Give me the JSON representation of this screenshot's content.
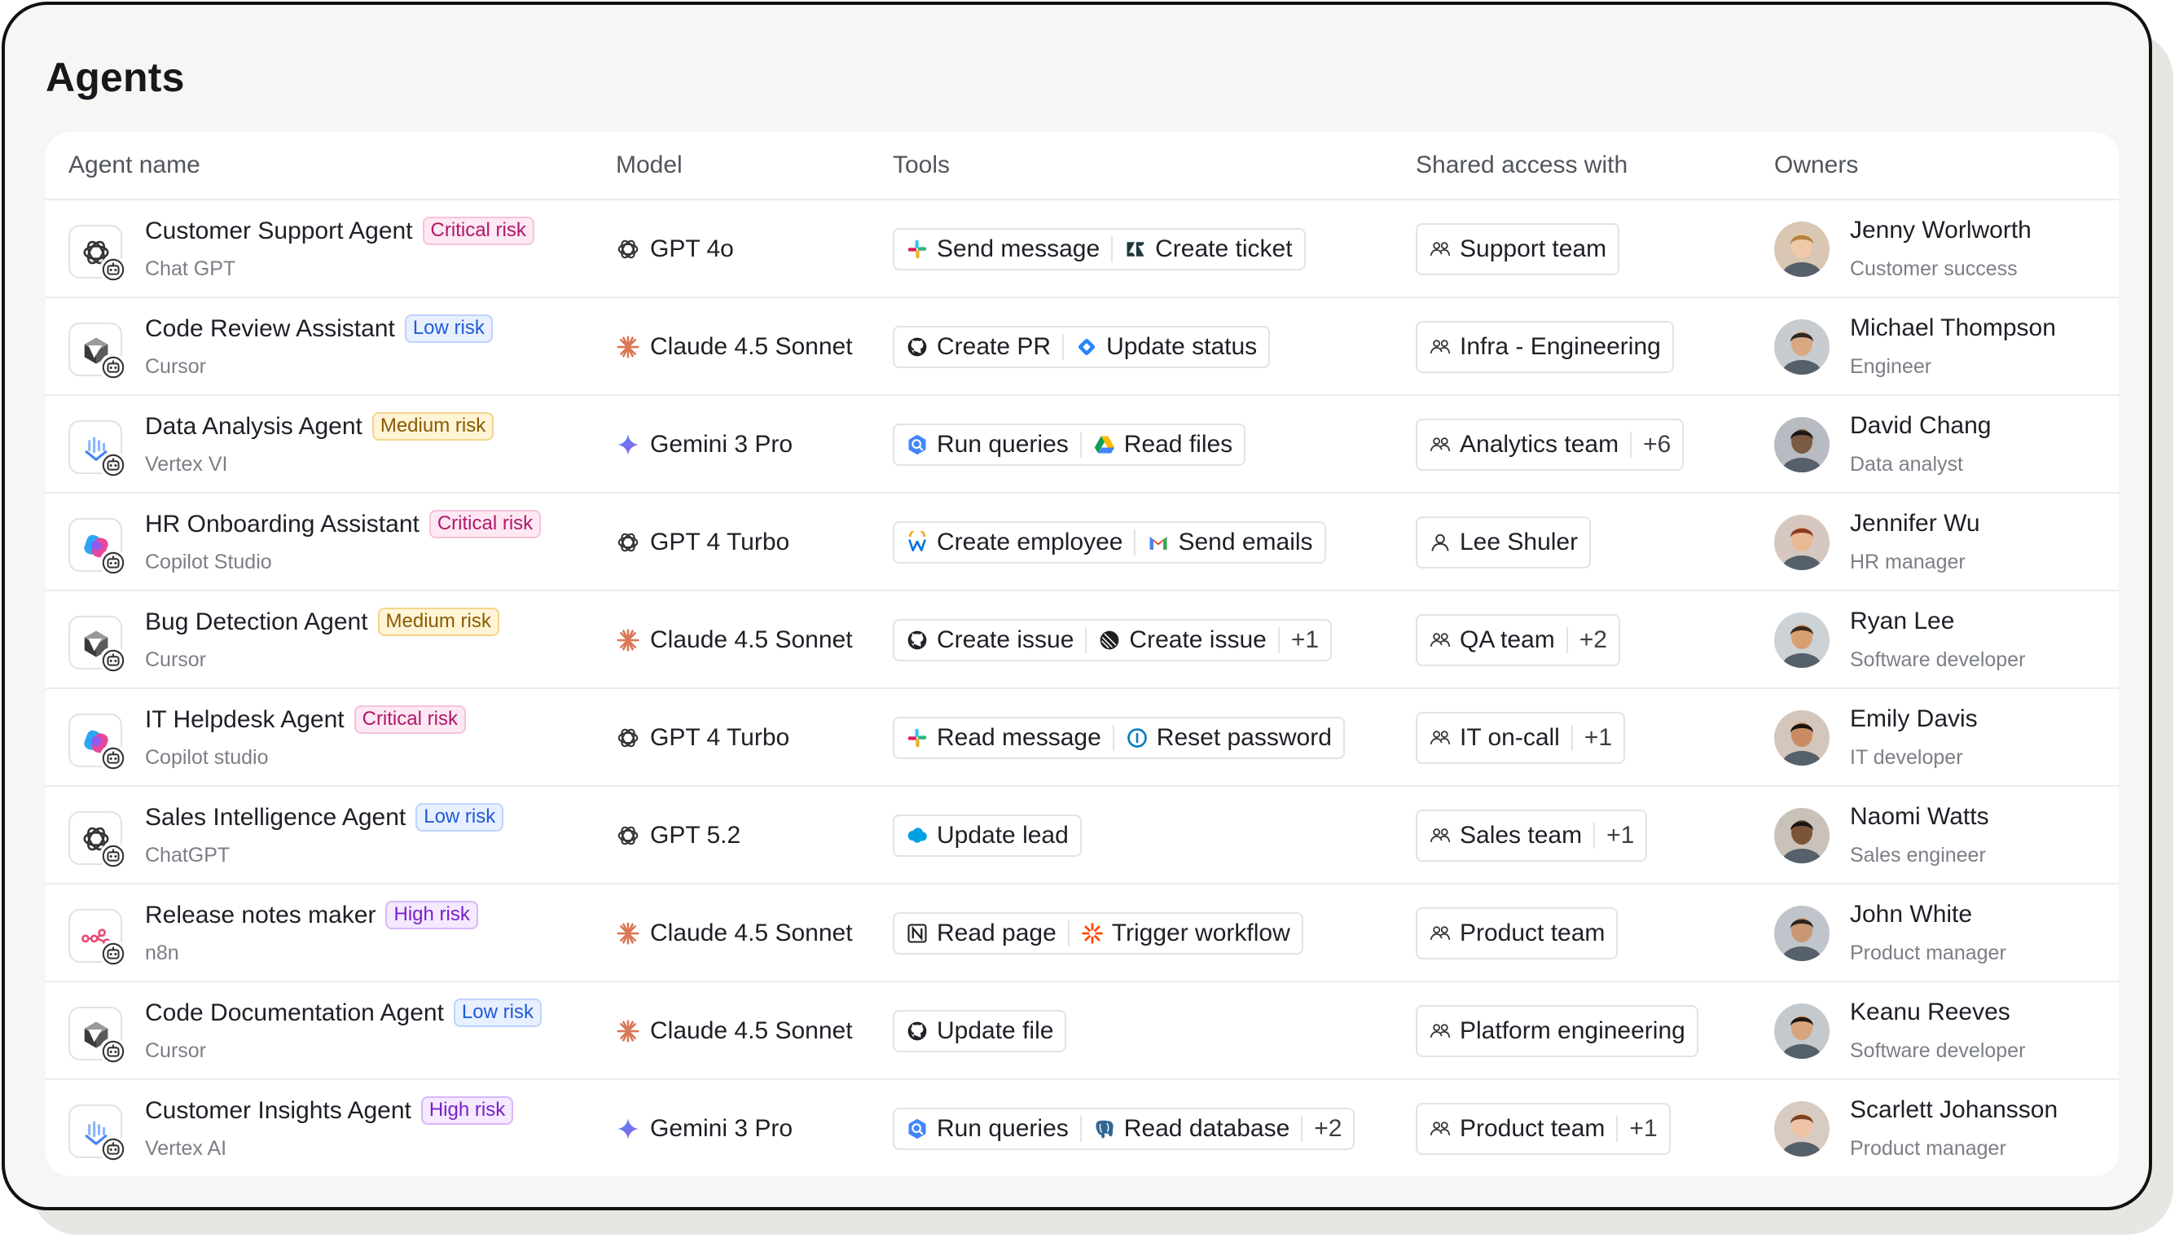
{
  "page": {
    "title": "Agents"
  },
  "columns": {
    "agent": "Agent name",
    "model": "Model",
    "tools": "Tools",
    "shared": "Shared access with",
    "owners": "Owners"
  },
  "rows": [
    {
      "agent": "Customer Support Agent",
      "risk": "Critical risk",
      "risk_level": "critical",
      "platform": "Chat GPT",
      "platform_icon": "openai-icon",
      "model": "GPT 4o",
      "model_icon": "openai-icon",
      "tools": [
        {
          "label": "Send message",
          "icon": "slack-icon"
        },
        {
          "label": "Create ticket",
          "icon": "zendesk-icon"
        }
      ],
      "tools_more": "",
      "shared": "Support team",
      "shared_icon": "team-icon",
      "shared_more": "",
      "owner": "Jenny Worlworth",
      "role": "Customer success"
    },
    {
      "agent": "Code Review Assistant",
      "risk": "Low risk",
      "risk_level": "low",
      "platform": "Cursor",
      "platform_icon": "cursor-icon",
      "model": "Claude 4.5 Sonnet",
      "model_icon": "claude-icon",
      "tools": [
        {
          "label": "Create PR",
          "icon": "github-icon"
        },
        {
          "label": "Update status",
          "icon": "jira-icon"
        }
      ],
      "tools_more": "",
      "shared": "Infra - Engineering",
      "shared_icon": "team-icon",
      "shared_more": "",
      "owner": "Michael Thompson",
      "role": "Engineer"
    },
    {
      "agent": "Data Analysis Agent",
      "risk": "Medium risk",
      "risk_level": "medium",
      "platform": "Vertex VI",
      "platform_icon": "vertex-icon",
      "model": "Gemini 3 Pro",
      "model_icon": "gemini-icon",
      "tools": [
        {
          "label": "Run queries",
          "icon": "bigquery-icon"
        },
        {
          "label": "Read files",
          "icon": "google-drive-icon"
        }
      ],
      "tools_more": "",
      "shared": "Analytics team",
      "shared_icon": "team-icon",
      "shared_more": "+6",
      "owner": "David Chang",
      "role": "Data analyst"
    },
    {
      "agent": "HR Onboarding Assistant",
      "risk": "Critical risk",
      "risk_level": "critical",
      "platform": "Copilot Studio",
      "platform_icon": "copilot-icon",
      "model": "GPT 4 Turbo",
      "model_icon": "openai-icon",
      "tools": [
        {
          "label": "Create employee",
          "icon": "workday-icon"
        },
        {
          "label": "Send emails",
          "icon": "gmail-icon"
        }
      ],
      "tools_more": "",
      "shared": "Lee Shuler",
      "shared_icon": "person-icon",
      "shared_more": "",
      "owner": "Jennifer Wu",
      "role": "HR manager"
    },
    {
      "agent": "Bug Detection Agent",
      "risk": "Medium risk",
      "risk_level": "medium",
      "platform": "Cursor",
      "platform_icon": "cursor-icon",
      "model": "Claude 4.5 Sonnet",
      "model_icon": "claude-icon",
      "tools": [
        {
          "label": "Create issue",
          "icon": "github-icon"
        },
        {
          "label": "Create issue",
          "icon": "linear-icon"
        }
      ],
      "tools_more": "+1",
      "shared": "QA team",
      "shared_icon": "team-icon",
      "shared_more": "+2",
      "owner": "Ryan Lee",
      "role": "Software developer"
    },
    {
      "agent": "IT Helpdesk Agent",
      "risk": "Critical risk",
      "risk_level": "critical",
      "platform": "Copilot studio",
      "platform_icon": "copilot-icon",
      "model": "GPT 4 Turbo",
      "model_icon": "openai-icon",
      "tools": [
        {
          "label": "Read message",
          "icon": "slack-icon"
        },
        {
          "label": "Reset password",
          "icon": "okta-icon"
        }
      ],
      "tools_more": "",
      "shared": "IT on-call",
      "shared_icon": "team-icon",
      "shared_more": "+1",
      "owner": "Emily Davis",
      "role": "IT developer"
    },
    {
      "agent": "Sales Intelligence Agent",
      "risk": "Low risk",
      "risk_level": "low",
      "platform": "ChatGPT",
      "platform_icon": "openai-icon",
      "model": "GPT 5.2",
      "model_icon": "openai-icon",
      "tools": [
        {
          "label": "Update lead",
          "icon": "salesforce-icon"
        }
      ],
      "tools_more": "",
      "shared": "Sales team",
      "shared_icon": "team-icon",
      "shared_more": "+1",
      "owner": "Naomi Watts",
      "role": "Sales engineer"
    },
    {
      "agent": "Release notes maker",
      "risk": "High risk",
      "risk_level": "high",
      "platform": "n8n",
      "platform_icon": "n8n-icon",
      "model": "Claude 4.5 Sonnet",
      "model_icon": "claude-icon",
      "tools": [
        {
          "label": "Read page",
          "icon": "notion-icon"
        },
        {
          "label": "Trigger workflow",
          "icon": "zapier-icon"
        }
      ],
      "tools_more": "",
      "shared": "Product team",
      "shared_icon": "team-icon",
      "shared_more": "",
      "owner": "John White",
      "role": "Product manager"
    },
    {
      "agent": "Code Documentation Agent",
      "risk": "Low risk",
      "risk_level": "low",
      "platform": "Cursor",
      "platform_icon": "cursor-icon",
      "model": "Claude 4.5 Sonnet",
      "model_icon": "claude-icon",
      "tools": [
        {
          "label": "Update file",
          "icon": "github-icon"
        }
      ],
      "tools_more": "",
      "shared": "Platform engineering",
      "shared_icon": "team-icon",
      "shared_more": "",
      "owner": "Keanu Reeves",
      "role": "Software developer"
    },
    {
      "agent": "Customer Insights Agent",
      "risk": "High risk",
      "risk_level": "high",
      "platform": "Vertex AI",
      "platform_icon": "vertex-icon",
      "model": "Gemini 3 Pro",
      "model_icon": "gemini-icon",
      "tools": [
        {
          "label": "Run queries",
          "icon": "bigquery-icon"
        },
        {
          "label": "Read database",
          "icon": "postgres-icon"
        }
      ],
      "tools_more": "+2",
      "shared": "Product team",
      "shared_icon": "team-icon",
      "shared_more": "+1",
      "owner": "Scarlett Johansson",
      "role": "Product manager"
    }
  ],
  "colors": {
    "frame_border": "#111111",
    "frame_bg": "#f6f6f5",
    "card_bg": "#ffffff",
    "divider": "#ececea",
    "text_primary": "#1d2026",
    "text_secondary": "#7b7f86"
  }
}
